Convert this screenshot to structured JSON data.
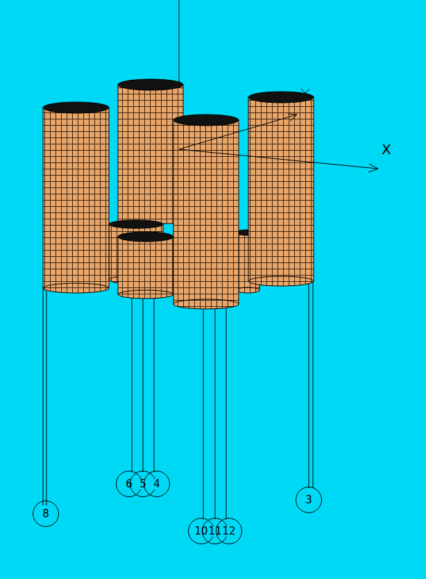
{
  "diagram": {
    "nodes": [
      {
        "text": [
          "8"
        ]
      },
      {
        "text": [
          "6"
        ]
      },
      {
        "text": [
          "5"
        ]
      },
      {
        "text": [
          "4"
        ]
      },
      {
        "text": [
          "10"
        ]
      },
      {
        "text": [
          "11"
        ]
      },
      {
        "text": [
          "12"
        ]
      },
      {
        "text": [
          "3"
        ]
      }
    ],
    "labels": [
      "X"
    ]
  }
}
